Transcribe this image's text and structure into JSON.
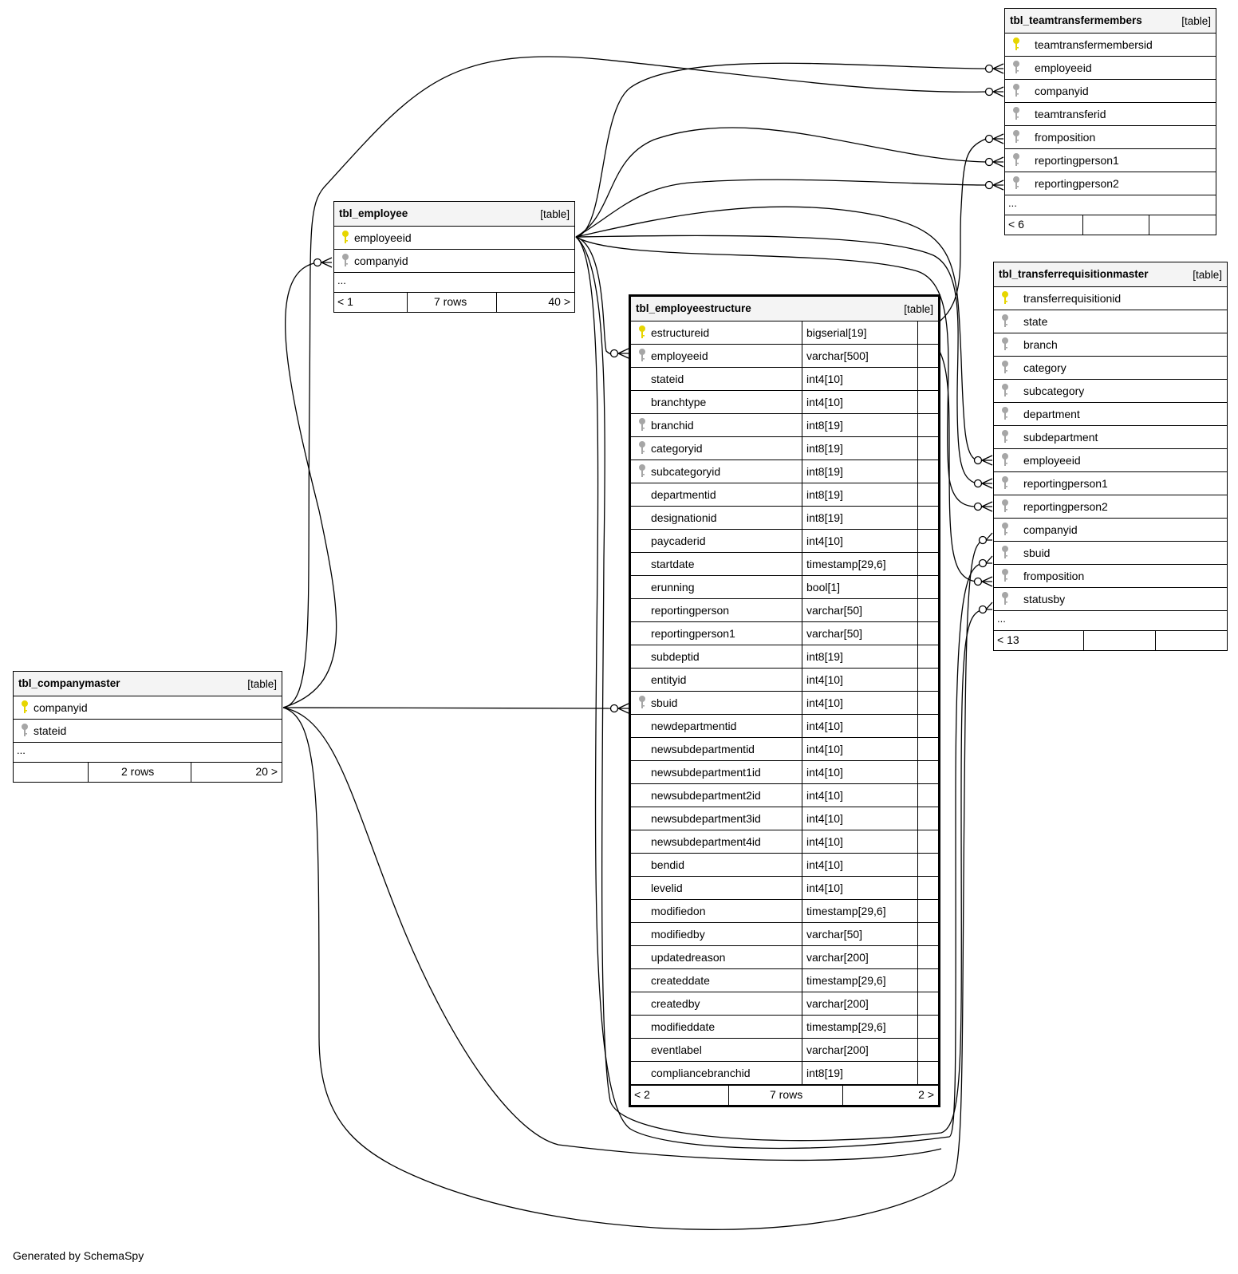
{
  "footer_text": "Generated by SchemaSpy",
  "colors": {
    "pk_key": "#e6d500",
    "fk_key": "#a6a6a6",
    "header_bg": "#f4f4f4"
  },
  "tables": {
    "companymaster": {
      "name": "tbl_companymaster",
      "type": "[table]",
      "columns": [
        "companyid",
        "stateid"
      ],
      "ellipsis": "...",
      "footer": {
        "left": "",
        "mid": "2 rows",
        "right": "20 >"
      }
    },
    "employee": {
      "name": "tbl_employee",
      "type": "[table]",
      "columns": [
        "employeeid",
        "companyid"
      ],
      "ellipsis": "...",
      "footer": {
        "left": "< 1",
        "mid": "7 rows",
        "right": "40 >"
      }
    },
    "employeestructure": {
      "name": "tbl_employeestructure",
      "type": "[table]",
      "columns": [
        {
          "name": "estructureid",
          "type": "bigserial[19]"
        },
        {
          "name": "employeeid",
          "type": "varchar[500]"
        },
        {
          "name": "stateid",
          "type": "int4[10]"
        },
        {
          "name": "branchtype",
          "type": "int4[10]"
        },
        {
          "name": "branchid",
          "type": "int8[19]"
        },
        {
          "name": "categoryid",
          "type": "int8[19]"
        },
        {
          "name": "subcategoryid",
          "type": "int8[19]"
        },
        {
          "name": "departmentid",
          "type": "int8[19]"
        },
        {
          "name": "designationid",
          "type": "int8[19]"
        },
        {
          "name": "paycaderid",
          "type": "int4[10]"
        },
        {
          "name": "startdate",
          "type": "timestamp[29,6]"
        },
        {
          "name": "erunning",
          "type": "bool[1]"
        },
        {
          "name": "reportingperson",
          "type": "varchar[50]"
        },
        {
          "name": "reportingperson1",
          "type": "varchar[50]"
        },
        {
          "name": "subdeptid",
          "type": "int8[19]"
        },
        {
          "name": "entityid",
          "type": "int4[10]"
        },
        {
          "name": "sbuid",
          "type": "int4[10]"
        },
        {
          "name": "newdepartmentid",
          "type": "int4[10]"
        },
        {
          "name": "newsubdepartmentid",
          "type": "int4[10]"
        },
        {
          "name": "newsubdepartment1id",
          "type": "int4[10]"
        },
        {
          "name": "newsubdepartment2id",
          "type": "int4[10]"
        },
        {
          "name": "newsubdepartment3id",
          "type": "int4[10]"
        },
        {
          "name": "newsubdepartment4id",
          "type": "int4[10]"
        },
        {
          "name": "bendid",
          "type": "int4[10]"
        },
        {
          "name": "levelid",
          "type": "int4[10]"
        },
        {
          "name": "modifiedon",
          "type": "timestamp[29,6]"
        },
        {
          "name": "modifiedby",
          "type": "varchar[50]"
        },
        {
          "name": "updatedreason",
          "type": "varchar[200]"
        },
        {
          "name": "createddate",
          "type": "timestamp[29,6]"
        },
        {
          "name": "createdby",
          "type": "varchar[200]"
        },
        {
          "name": "modifieddate",
          "type": "timestamp[29,6]"
        },
        {
          "name": "eventlabel",
          "type": "varchar[200]"
        },
        {
          "name": "compliancebranchid",
          "type": "int8[19]"
        }
      ],
      "footer": {
        "left": "< 2",
        "mid": "7 rows",
        "right": "2 >"
      }
    },
    "teamtransfermembers": {
      "name": "tbl_teamtransfermembers",
      "type": "[table]",
      "columns": [
        "teamtransfermembersid",
        "employeeid",
        "companyid",
        "teamtransferid",
        "fromposition",
        "reportingperson1",
        "reportingperson2"
      ],
      "ellipsis": "...",
      "footer": {
        "left": "< 6",
        "mid": "",
        "right": ""
      }
    },
    "transferrequisitionmaster": {
      "name": "tbl_transferrequisitionmaster",
      "type": "[table]",
      "columns": [
        "transferrequisitionid",
        "state",
        "branch",
        "category",
        "subcategory",
        "department",
        "subdepartment",
        "employeeid",
        "reportingperson1",
        "reportingperson2",
        "companyid",
        "sbuid",
        "fromposition",
        "statusby"
      ],
      "ellipsis": "...",
      "footer": {
        "left": "< 13",
        "mid": "",
        "right": ""
      }
    }
  }
}
